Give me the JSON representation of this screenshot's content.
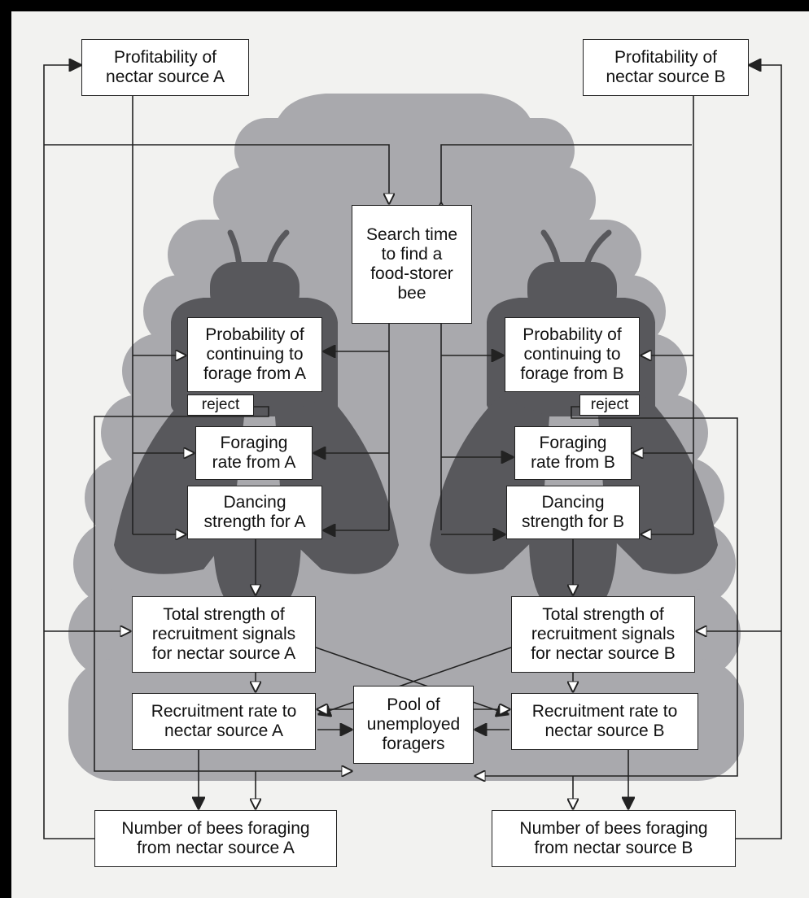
{
  "boxes": {
    "profitability_a": "Profitability of\nnectar source A",
    "profitability_b": "Profitability of\nnectar source B",
    "search_time": "Search time\nto find a\nfood-storer\nbee",
    "probability_a": "Probability of\ncontinuing to\nforage from A",
    "probability_b": "Probability of\ncontinuing to\nforage from B",
    "reject_a": "reject",
    "reject_b": "reject",
    "foraging_rate_a": "Foraging\nrate from A",
    "foraging_rate_b": "Foraging\nrate from B",
    "dancing_a": "Dancing\nstrength for A",
    "dancing_b": "Dancing\nstrength for B",
    "total_strength_a": "Total strength of\nrecruitment signals\nfor nectar source A",
    "total_strength_b": "Total strength of\nrecruitment signals\nfor nectar source B",
    "recruitment_rate_a": "Recruitment rate to\nnectar source A",
    "recruitment_rate_b": "Recruitment rate to\nnectar source B",
    "pool": "Pool of\nunemployed\nforagers",
    "number_a": "Number of bees foraging\nfrom nectar source A",
    "number_b": "Number of bees foraging\nfrom nectar source B"
  },
  "colors": {
    "hive": "#a9a9ad",
    "bee": "#58585c",
    "line": "#222222",
    "box_fill": "#ffffff",
    "frame": "#000000",
    "paper": "#f2f2f0"
  }
}
